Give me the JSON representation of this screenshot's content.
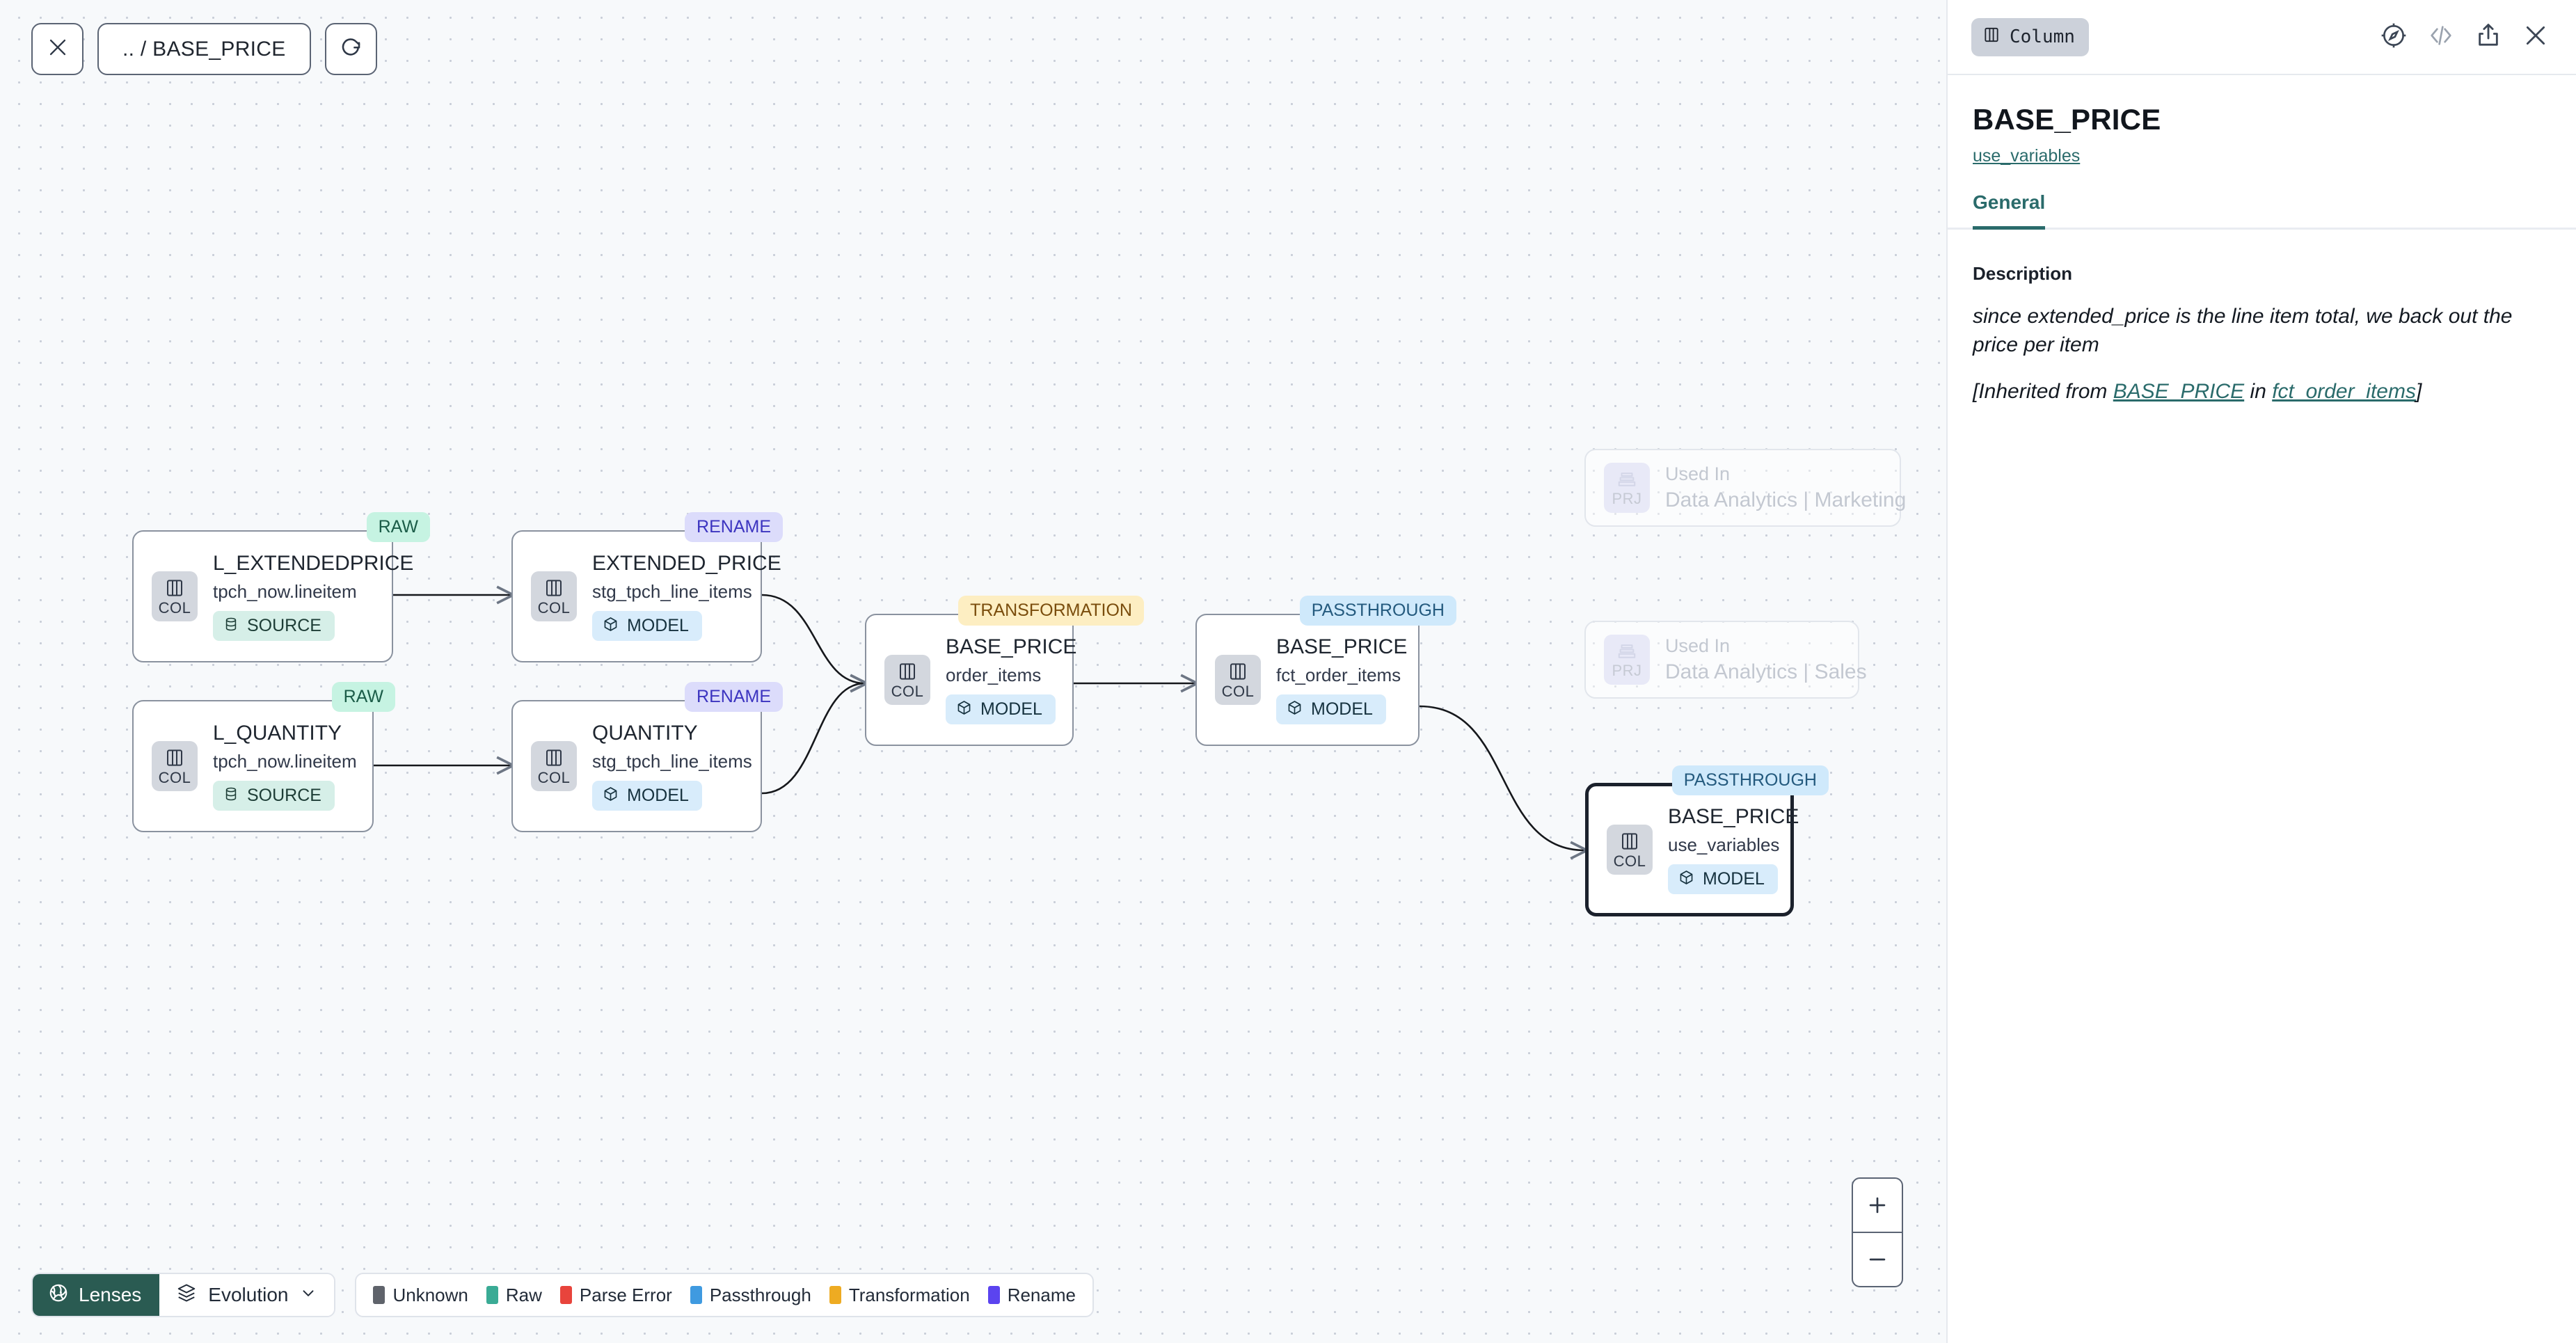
{
  "toolbar": {
    "close_label": "close-icon",
    "breadcrumb": ".. / BASE_PRICE",
    "refresh_label": "refresh-icon"
  },
  "graph": {
    "nodes": [
      {
        "id": "l_extendedprice",
        "badge": "RAW",
        "badge_kind": "raw",
        "kind": "COL",
        "title": "L_EXTENDEDPRICE",
        "subtitle": "tpch_now.lineitem",
        "materialization": "SOURCE",
        "mat_kind": "source",
        "state": "normal"
      },
      {
        "id": "l_quantity",
        "badge": "RAW",
        "badge_kind": "raw",
        "kind": "COL",
        "title": "L_QUANTITY",
        "subtitle": "tpch_now.lineitem",
        "materialization": "SOURCE",
        "mat_kind": "source",
        "state": "normal"
      },
      {
        "id": "extended_price",
        "badge": "RENAME",
        "badge_kind": "rename",
        "kind": "COL",
        "title": "EXTENDED_PRICE",
        "subtitle": "stg_tpch_line_items",
        "materialization": "MODEL",
        "mat_kind": "model",
        "state": "normal"
      },
      {
        "id": "quantity",
        "badge": "RENAME",
        "badge_kind": "rename",
        "kind": "COL",
        "title": "QUANTITY",
        "subtitle": "stg_tpch_line_items",
        "materialization": "MODEL",
        "mat_kind": "model",
        "state": "normal"
      },
      {
        "id": "order_items",
        "badge": "TRANSFORMATION",
        "badge_kind": "trf",
        "kind": "COL",
        "title": "BASE_PRICE",
        "subtitle": "order_items",
        "materialization": "MODEL",
        "mat_kind": "model",
        "state": "normal"
      },
      {
        "id": "fct_order_items",
        "badge": "PASSTHROUGH",
        "badge_kind": "pass",
        "kind": "COL",
        "title": "BASE_PRICE",
        "subtitle": "fct_order_items",
        "materialization": "MODEL",
        "mat_kind": "model",
        "state": "normal"
      },
      {
        "id": "use_variables",
        "badge": "PASSTHROUGH",
        "badge_kind": "pass",
        "kind": "COL",
        "title": "BASE_PRICE",
        "subtitle": "use_variables",
        "materialization": "MODEL",
        "mat_kind": "model",
        "state": "selected"
      },
      {
        "id": "used_marketing",
        "badge": "",
        "badge_kind": "",
        "kind": "PRJ",
        "title": "Used In",
        "subtitle": "Data Analytics | Marketing",
        "materialization": "",
        "mat_kind": "",
        "state": "ghost"
      },
      {
        "id": "used_sales",
        "badge": "",
        "badge_kind": "",
        "kind": "PRJ",
        "title": "Used In",
        "subtitle": "Data Analytics | Sales",
        "materialization": "",
        "mat_kind": "",
        "state": "ghost"
      }
    ]
  },
  "zoom_controls": {
    "zoom_in": "+",
    "zoom_out": "–"
  },
  "bottom_bar": {
    "lenses_label": "Lenses",
    "evolution_label": "Evolution",
    "legend": [
      {
        "label": "Unknown",
        "color": "#5f636b"
      },
      {
        "label": "Raw",
        "color": "#3aab95"
      },
      {
        "label": "Parse Error",
        "color": "#e8443c"
      },
      {
        "label": "Passthrough",
        "color": "#3f9ae0"
      },
      {
        "label": "Transformation",
        "color": "#eeab22"
      },
      {
        "label": "Rename",
        "color": "#5b44ef"
      }
    ]
  },
  "panel": {
    "type_chip": "Column",
    "title": "BASE_PRICE",
    "model_link": "use_variables",
    "tabs": [
      {
        "label": "General",
        "active": true
      }
    ],
    "description_heading": "Description",
    "description_text": "since extended_price is the line item total, we back out the price per item",
    "inherited_prefix": "[Inherited from ",
    "inherited_column": "BASE_PRICE",
    "inherited_mid": " in ",
    "inherited_model": "fct_order_items",
    "inherited_suffix": "]"
  },
  "colors": {
    "accent": "#2a6b6b",
    "lenses_bg": "#2a5b52",
    "canvas_bg": "#f7f9fb",
    "selected_border": "#1b212c"
  }
}
